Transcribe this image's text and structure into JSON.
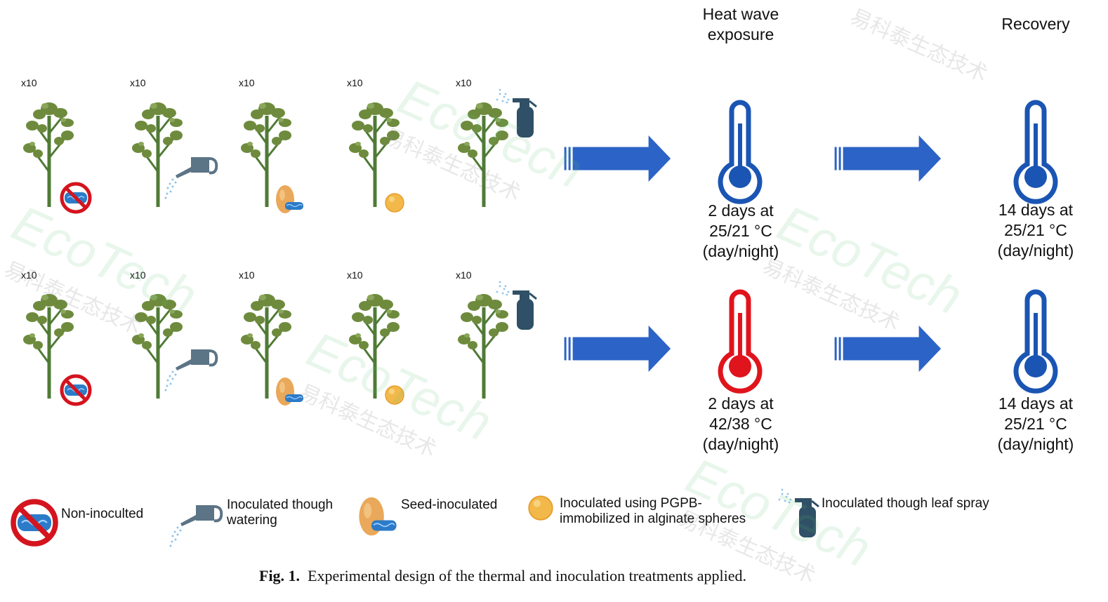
{
  "headings": {
    "heat_wave": "Heat wave\nexposure",
    "recovery": "Recovery"
  },
  "rows": [
    {
      "counts": [
        "x10",
        "x10",
        "x10",
        "x10",
        "x10"
      ],
      "heat_condition": {
        "text": "2 days at\n25/21 °C\n(day/night)",
        "color": "#1a55b3"
      },
      "recovery_condition": {
        "text": "14 days at\n25/21 °C\n(day/night)",
        "color": "#1a55b3"
      }
    },
    {
      "counts": [
        "x10",
        "x10",
        "x10",
        "x10",
        "x10"
      ],
      "heat_condition": {
        "text": "2 days at\n42/38 °C\n(day/night)",
        "color": "#e0141c"
      },
      "recovery_condition": {
        "text": "14 days at\n25/21 °C\n(day/night)",
        "color": "#1a55b3"
      }
    }
  ],
  "legend": [
    {
      "icon": "non-inoculated-icon",
      "label": "Non-inoculted"
    },
    {
      "icon": "watering-can-icon",
      "label": "Inoculated though\nwatering"
    },
    {
      "icon": "seed-icon",
      "label": "Seed-inoculated"
    },
    {
      "icon": "alginate-sphere-icon",
      "label": "Inoculated using PGPB-\nimmobilized in alginate spheres"
    },
    {
      "icon": "spray-bottle-icon",
      "label": "Inoculated though leaf spray"
    }
  ],
  "caption": {
    "prefix": "Fig. 1.",
    "text": "Experimental design of the thermal and inoculation treatments applied."
  },
  "watermark": {
    "latin": "EcoTech",
    "chinese": "易科泰生态技术"
  },
  "colors": {
    "arrow": "#2c63c6",
    "cold": "#1a55b3",
    "hot": "#e0141c",
    "plant": "#6e8b3d",
    "stem": "#4f7a35"
  }
}
